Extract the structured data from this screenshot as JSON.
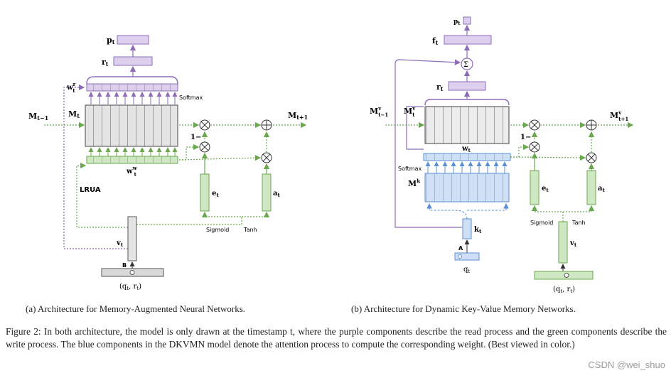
{
  "left": {
    "p_label": "p",
    "p_sub": "t",
    "r_label": "r",
    "r_sub": "t",
    "wr_label": "w",
    "wr_sub": "t",
    "wr_sup": "r",
    "softmax": "Softmax",
    "m_prev": "M",
    "m_prev_sub": "t−1",
    "m_cur": "M",
    "m_cur_sub": "t",
    "m_next": "M",
    "m_next_sub": "t+1",
    "one_minus": "1−",
    "ww_label": "w",
    "ww_sub": "t",
    "ww_sup": "w",
    "lrua": "LRUA",
    "e_label": "e",
    "e_sub": "t",
    "a_label": "a",
    "a_sub": "t",
    "sigmoid": "Sigmoid",
    "tanh": "Tanh",
    "v_label": "v",
    "v_sub": "t",
    "b": "B",
    "input": "(q",
    "input_sub1": "t",
    "input_mid": ", r",
    "input_sub2": "t",
    "input_end": ")"
  },
  "right": {
    "p_label": "p",
    "p_sub": "t",
    "f_label": "f",
    "f_sub": "t",
    "sigma": "Σ",
    "r_label": "r",
    "r_sub": "t",
    "mv_prev": "M",
    "mv_prev_sup": "v",
    "mv_prev_sub": "t−1",
    "mv_cur": "M",
    "mv_cur_sup": "v",
    "mv_cur_sub": "t",
    "mv_next": "M",
    "mv_next_sup": "v",
    "mv_next_sub": "t+1",
    "w_label": "w",
    "w_sub": "t",
    "one_minus": "1−",
    "softmax": "Softmax",
    "mk_label": "M",
    "mk_sup": "k",
    "e_label": "e",
    "e_sub": "t",
    "a_label": "a",
    "a_sub": "t",
    "k_label": "k",
    "k_sub": "t",
    "a_arrow": "A",
    "q_label": "q",
    "q_sub": "t",
    "sigmoid": "Sigmoid",
    "tanh": "Tanh",
    "v_label": "v",
    "v_sub": "t",
    "input": "(q",
    "input_sub1": "t",
    "input_mid": ", r",
    "input_sub2": "t",
    "input_end": ")"
  },
  "subcaption_a": "(a) Architecture for Memory-Augmented Neural Networks.",
  "subcaption_b": "(b) Architecture for Dynamic Key-Value Memory Networks.",
  "caption": "Figure 2: In both architecture, the model is only drawn at the timestamp t, where the purple components describe the read process and the green components describe the write process. The blue components in the DKVMN model denote the attention process to compute the corresponding weight. (Best viewed in color.)",
  "watermark": "CSDN @wei_shuo",
  "colors": {
    "purple": "#8e6bb8",
    "purple_fill": "#ddd0ee",
    "green": "#6aa84f",
    "green_fill": "#cfe7c2",
    "blue": "#5b8fd6",
    "blue_fill": "#cfe0f6",
    "gray_fill": "#d9d9d9"
  }
}
